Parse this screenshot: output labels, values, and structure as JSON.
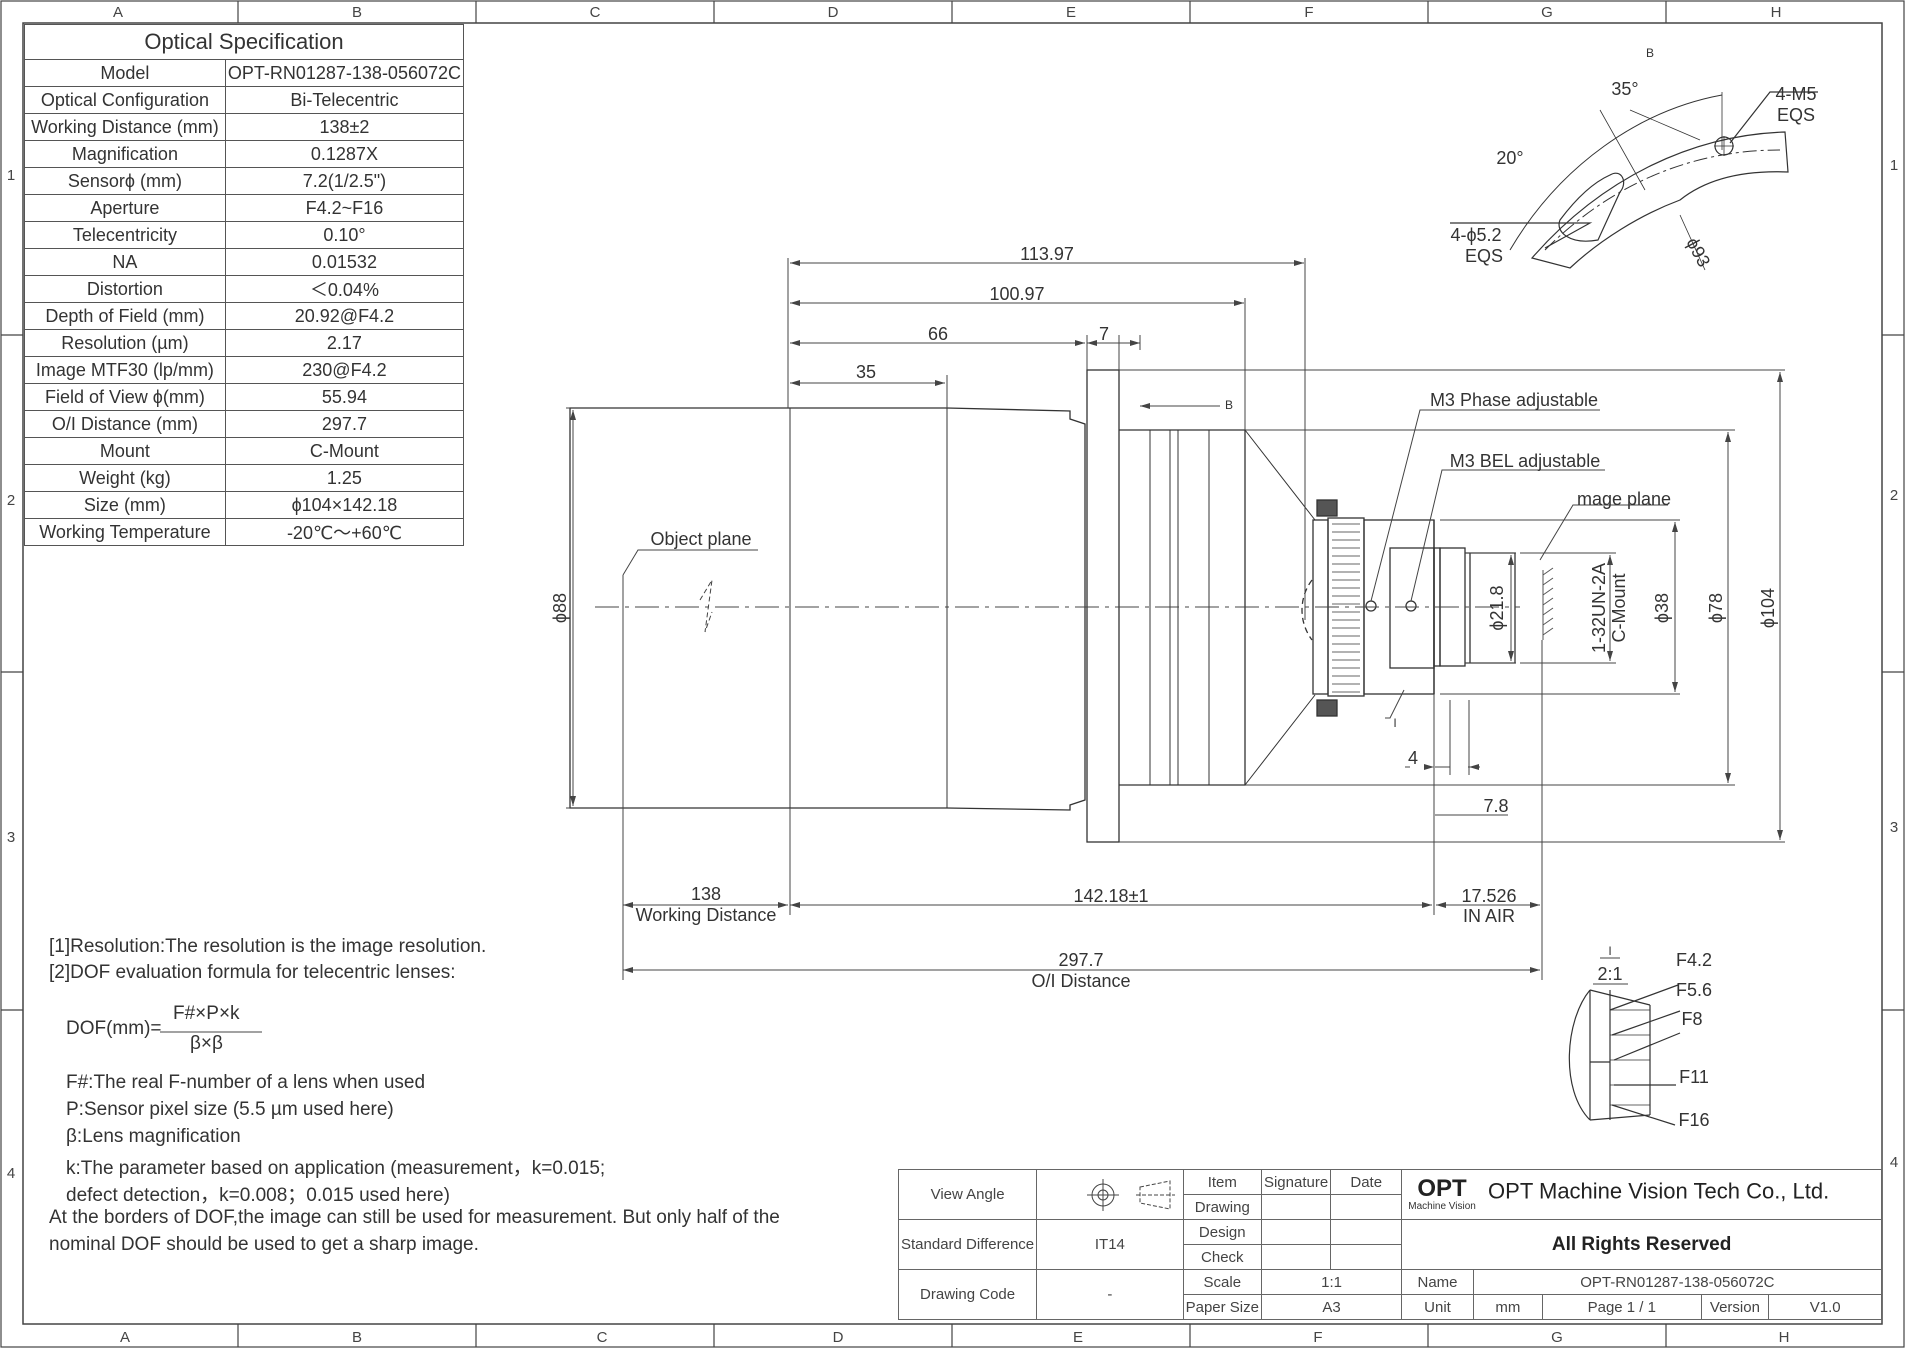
{
  "border": {
    "cols": [
      "A",
      "B",
      "C",
      "D",
      "E",
      "F",
      "G",
      "H"
    ],
    "rows": [
      "1",
      "2",
      "3",
      "4"
    ]
  },
  "spec": {
    "title": "Optical Specification",
    "rows": [
      {
        "k": "Model",
        "v": "OPT-RN01287-138-056072C"
      },
      {
        "k": "Optical Configuration",
        "v": "Bi-Telecentric"
      },
      {
        "k": "Working Distance (mm)",
        "v": "138±2"
      },
      {
        "k": "Magnification",
        "v": "0.1287X"
      },
      {
        "k": "Sensorϕ (mm)",
        "v": "7.2(1/2.5\")"
      },
      {
        "k": "Aperture",
        "v": "F4.2~F16"
      },
      {
        "k": "Telecentricity",
        "v": "0.10°"
      },
      {
        "k": "NA",
        "v": "0.01532"
      },
      {
        "k": "Distortion",
        "v": "＜0.04%"
      },
      {
        "k": "Depth of Field (mm)",
        "v": "20.92@F4.2"
      },
      {
        "k": "Resolution (µm)",
        "v": "2.17"
      },
      {
        "k": "Image MTF30 (lp/mm)",
        "v": "230@F4.2"
      },
      {
        "k": "Field of View ϕ(mm)",
        "v": "55.94"
      },
      {
        "k": "O/I Distance (mm)",
        "v": "297.7"
      },
      {
        "k": "Mount",
        "v": "C-Mount"
      },
      {
        "k": "Weight (kg)",
        "v": "1.25"
      },
      {
        "k": "Size (mm)",
        "v": "ϕ104×142.18"
      },
      {
        "k": "Working Temperature",
        "v": "-20℃～+60℃"
      }
    ]
  },
  "notes": {
    "n1": "[1]Resolution:The resolution is  the image resolution.",
    "n2": "[2]DOF evaluation formula for telecentric lenses:",
    "dof_prefix": "DOF(mm)=",
    "dof_num": "F#×P×k",
    "dof_den": "β×β",
    "f": "F#:The real F-number of a lens when used",
    "p": "P:Sensor pixel size (5.5 µm used here)",
    "b": "β:Lens magnification",
    "k1": "k:The parameter based on application (measurement，k=0.015;",
    "k2": "defect detection，k=0.008；0.015 used here)",
    "border1": "At the borders of DOF,the image can still be used for measurement. But only half of the",
    "border2": "nominal DOF should be used to get a sharp image."
  },
  "dims": {
    "d113": "113.97",
    "d100": "100.97",
    "d66": "66",
    "d7": "7",
    "d35": "35",
    "d88": "ϕ88",
    "d21": "ϕ21.8",
    "d38": "ϕ38",
    "d78": "ϕ78",
    "d104": "ϕ104",
    "thread1": "1-32UN-2A",
    "thread2": "C-Mount",
    "d4": "4",
    "d78b": "7.8",
    "d138": "138",
    "wd": "Working Distance",
    "d142": "142.18±1",
    "d17": "17.526",
    "inair": "IN AIR",
    "d297": "297.7",
    "oi": "O/I Distance",
    "obj": "Object plane",
    "img": "mage plane",
    "phase": "M3 Phase adjustable",
    "bel": "M3 BEL adjustable",
    "arrowB": "B",
    "markI": "I"
  },
  "viewB": {
    "label": "B",
    "a35": "35°",
    "a20": "20°",
    "m5a": "4-M5",
    "m5b": "EQS",
    "h52a": "4-ϕ5.2",
    "h52b": "EQS",
    "d93": "ϕ93"
  },
  "detailI": {
    "label": "I",
    "scale": "2:1",
    "stops": [
      "F4.2",
      "F5.6",
      "F8",
      "F11",
      "F16"
    ]
  },
  "titleblock": {
    "view_angle": "View Angle",
    "item": "Item",
    "signature": "Signature",
    "date": "Date",
    "drawing": "Drawing",
    "design": "Design",
    "check": "Check",
    "std_diff": "Standard Difference",
    "it14": "IT14",
    "drawing_code": "Drawing Code",
    "dash": "-",
    "scale": "Scale",
    "scale_v": "1:1",
    "paper": "Paper Size",
    "paper_v": "A3",
    "logo": "OPT",
    "logo_sub": "Machine Vision",
    "company": "OPT Machine Vision Tech Co., Ltd.",
    "rights": "All Rights Reserved",
    "name": "Name",
    "name_v": "OPT-RN01287-138-056072C",
    "unit": "Unit",
    "unit_v": "mm",
    "page": "Page  1 / 1",
    "version": "Version",
    "version_v": "V1.0"
  }
}
